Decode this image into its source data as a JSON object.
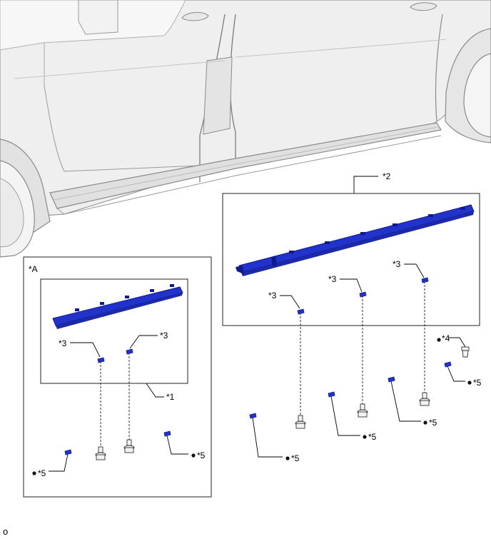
{
  "callouts": {
    "view_a": "*A",
    "c1": "*1",
    "c2": "*2",
    "c3": "*3",
    "c4": "*4",
    "c5": "*5"
  },
  "figure_code": "o",
  "colors": {
    "part_blue": "#2233cc",
    "part_blue_dark": "#101a8a",
    "vehicle_fill": "#eeeeee",
    "vehicle_line": "#9a9a9a"
  },
  "icons": {
    "bullet": "filled-circle",
    "clip": "clip-icon",
    "bolt": "bolt-icon"
  }
}
